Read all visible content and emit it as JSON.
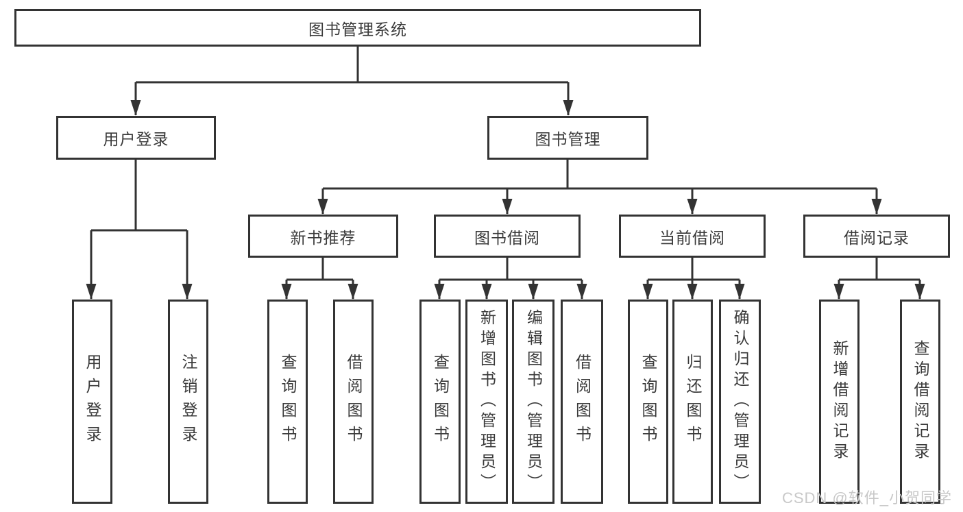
{
  "diagram_type": "hierarchy-tree",
  "tree": {
    "root": {
      "label": "图书管理系统",
      "children": [
        {
          "label": "用户登录",
          "children": [
            {
              "label": "用户登录"
            },
            {
              "label": "注销登录"
            }
          ]
        },
        {
          "label": "图书管理",
          "children": [
            {
              "label": "新书推荐",
              "children": [
                {
                  "label": "查询图书"
                },
                {
                  "label": "借阅图书"
                }
              ]
            },
            {
              "label": "图书借阅",
              "children": [
                {
                  "label": "查询图书"
                },
                {
                  "label": "新增图书（管理员）"
                },
                {
                  "label": "编辑图书（管理员）"
                },
                {
                  "label": "借阅图书"
                }
              ]
            },
            {
              "label": "当前借阅",
              "children": [
                {
                  "label": "查询图书"
                },
                {
                  "label": "归还图书"
                },
                {
                  "label": "确认归还（管理员）"
                }
              ]
            },
            {
              "label": "借阅记录",
              "children": [
                {
                  "label": "新增借阅记录"
                },
                {
                  "label": "查询借阅记录"
                }
              ]
            }
          ]
        }
      ]
    }
  },
  "watermark": {
    "text": "CSDN @软件_小贺同学"
  },
  "colors": {
    "line": "#333333",
    "box_border": "#333333",
    "text": "#3a3a3a",
    "background": "#ffffff",
    "watermark_text": "#c8c8c8"
  }
}
